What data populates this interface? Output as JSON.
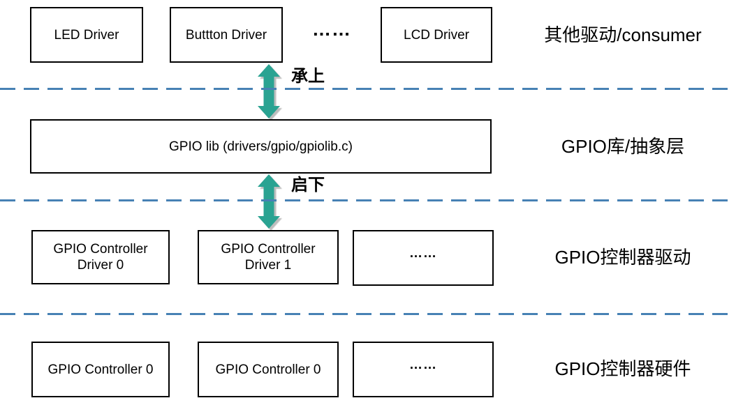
{
  "layers": [
    {
      "label": "其他驱动/consumer",
      "boxes": [
        "LED Driver",
        "Buttton Driver",
        "LCD Driver"
      ],
      "dots": "……"
    },
    {
      "label": "GPIO库/抽象层",
      "box": "GPIO lib (drivers/gpio/gpiolib.c)"
    },
    {
      "label": "GPIO控制器驱动",
      "boxes": [
        "GPIO Controller Driver 0",
        "GPIO Controller Driver 1",
        "……"
      ]
    },
    {
      "label": "GPIO控制器硬件",
      "boxes": [
        "GPIO Controller 0",
        "GPIO Controller 0",
        "……"
      ]
    }
  ],
  "arrows": {
    "upper_label": "承上",
    "lower_label": "启下"
  },
  "colors": {
    "arrow": "#2aa392",
    "dashed_line": "#4781b4",
    "box_border": "#000000",
    "text": "#000000",
    "background": "#ffffff"
  }
}
